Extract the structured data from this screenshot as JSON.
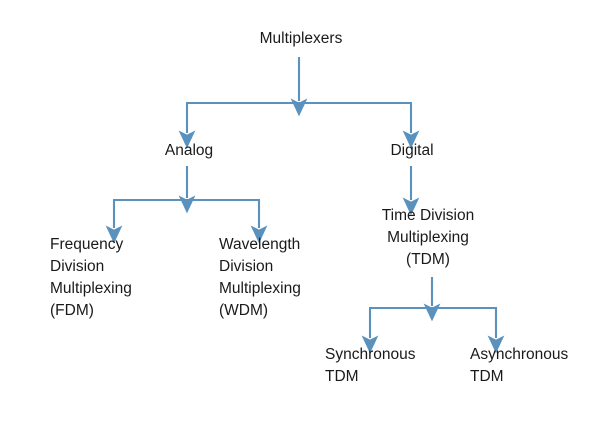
{
  "diagram": {
    "title": "Multiplexers",
    "type": "hierarchy-tree",
    "background_color": "#ffffff",
    "text_color": "#1a1a1a",
    "connector_color": "#5a92bd",
    "nodes": {
      "root": {
        "label": "Multiplexers"
      },
      "analog": {
        "label": "Analog"
      },
      "digital": {
        "label": "Digital"
      },
      "fdm": {
        "label": "Frequency\nDivision\nMultiplexing\n(FDM)"
      },
      "wdm": {
        "label": "Wavelength\nDivision\nMultiplexing\n(WDM)"
      },
      "tdm": {
        "label": "Time Division\nMultiplexing\n(TDM)"
      },
      "sync_tdm": {
        "label": "Synchronous\nTDM"
      },
      "async_tdm": {
        "label": "Asynchronous\nTDM"
      }
    },
    "edges": [
      {
        "from": "root",
        "to": "analog"
      },
      {
        "from": "root",
        "to": "digital"
      },
      {
        "from": "analog",
        "to": "fdm"
      },
      {
        "from": "analog",
        "to": "wdm"
      },
      {
        "from": "digital",
        "to": "tdm"
      },
      {
        "from": "tdm",
        "to": "sync_tdm"
      },
      {
        "from": "tdm",
        "to": "async_tdm"
      }
    ]
  }
}
